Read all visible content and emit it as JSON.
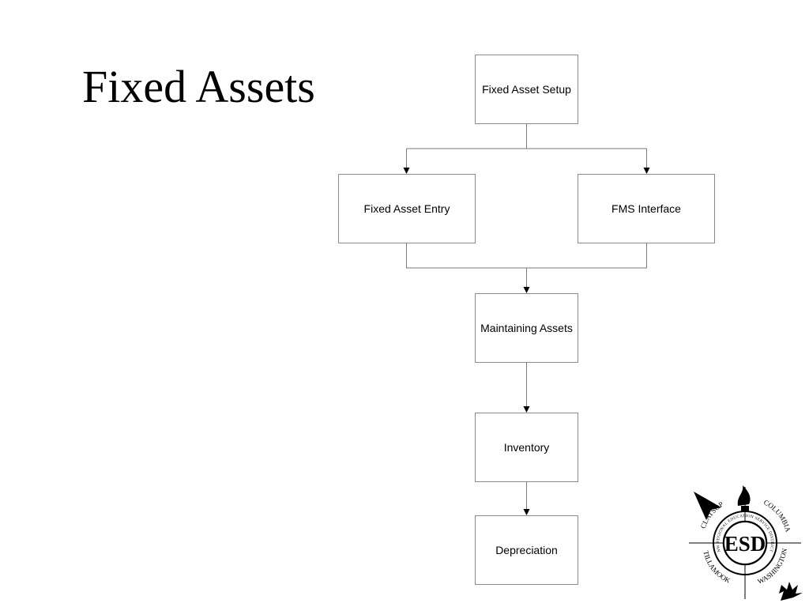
{
  "slide": {
    "title": "Fixed Assets"
  },
  "diagram": {
    "nodes": {
      "setup": "Fixed Asset Setup",
      "entry": "Fixed Asset Entry",
      "fms": "FMS Interface",
      "maintaining": "Maintaining Assets",
      "inventory": "Inventory",
      "depreciation": "Depreciation"
    },
    "edges": [
      {
        "from": "Fixed Asset Setup",
        "to": "Fixed Asset Entry"
      },
      {
        "from": "Fixed Asset Setup",
        "to": "FMS Interface"
      },
      {
        "from": "Fixed Asset Entry",
        "to": "Maintaining Assets"
      },
      {
        "from": "FMS Interface",
        "to": "Maintaining Assets"
      },
      {
        "from": "Maintaining Assets",
        "to": "Inventory"
      },
      {
        "from": "Inventory",
        "to": "Depreciation"
      }
    ]
  },
  "logo": {
    "initials": "ESD",
    "ring_text": "NW REGIONAL EDUCATION SERVICE DISTRICT",
    "counties": [
      "CLATSOP",
      "COLUMBIA",
      "TILLAMOOK",
      "WASHINGTON"
    ]
  }
}
